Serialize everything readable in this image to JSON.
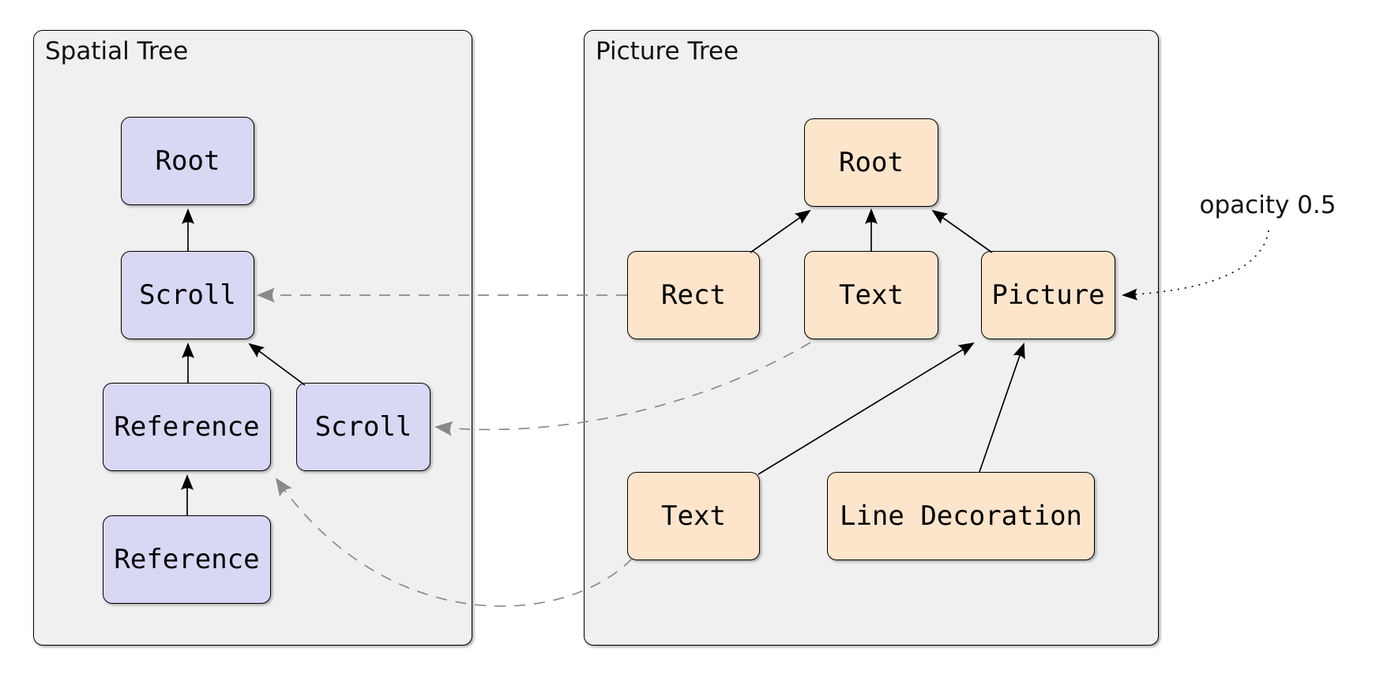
{
  "spatial": {
    "title": "Spatial Tree",
    "nodes": [
      {
        "id": "root",
        "label": "Root"
      },
      {
        "id": "scroll-top",
        "label": "Scroll"
      },
      {
        "id": "reference-mid",
        "label": "Reference"
      },
      {
        "id": "scroll-right",
        "label": "Scroll"
      },
      {
        "id": "reference-bottom",
        "label": "Reference"
      }
    ],
    "edges": [
      {
        "from": "scroll-top",
        "to": "root",
        "style": "solid"
      },
      {
        "from": "reference-mid",
        "to": "scroll-top",
        "style": "solid"
      },
      {
        "from": "scroll-right",
        "to": "scroll-top",
        "style": "solid"
      },
      {
        "from": "reference-bottom",
        "to": "reference-mid",
        "style": "solid"
      }
    ]
  },
  "picture": {
    "title": "Picture Tree",
    "nodes": [
      {
        "id": "root",
        "label": "Root"
      },
      {
        "id": "rect",
        "label": "Rect"
      },
      {
        "id": "text-mid",
        "label": "Text"
      },
      {
        "id": "picture",
        "label": "Picture"
      },
      {
        "id": "text-bottom",
        "label": "Text"
      },
      {
        "id": "line-decoration",
        "label": "Line Decoration"
      }
    ],
    "edges": [
      {
        "from": "rect",
        "to": "root",
        "style": "solid"
      },
      {
        "from": "text-mid",
        "to": "root",
        "style": "solid"
      },
      {
        "from": "picture",
        "to": "root",
        "style": "solid"
      },
      {
        "from": "text-bottom",
        "to": "picture",
        "style": "solid"
      },
      {
        "from": "line-decoration",
        "to": "picture",
        "style": "solid"
      }
    ]
  },
  "cross_links": [
    {
      "from": "picture.rect",
      "to": "spatial.scroll-top",
      "style": "dashed"
    },
    {
      "from": "picture.text-mid",
      "to": "spatial.scroll-right",
      "style": "dashed"
    },
    {
      "from": "picture.text-bottom",
      "to": "spatial.reference-mid",
      "style": "dashed"
    }
  ],
  "annotation": {
    "label": "opacity 0.5",
    "target": "picture.picture",
    "style": "dotted"
  },
  "colors": {
    "panel_fill": "#f0f0f0",
    "panel_border": "#000000",
    "spatial_node_fill": "#d8d8f5",
    "picture_node_fill": "#fde5cc",
    "node_border": "#000000",
    "solid_edge": "#000000",
    "dashed_edge": "#8a8a8a",
    "dotted_edge": "#000000"
  }
}
